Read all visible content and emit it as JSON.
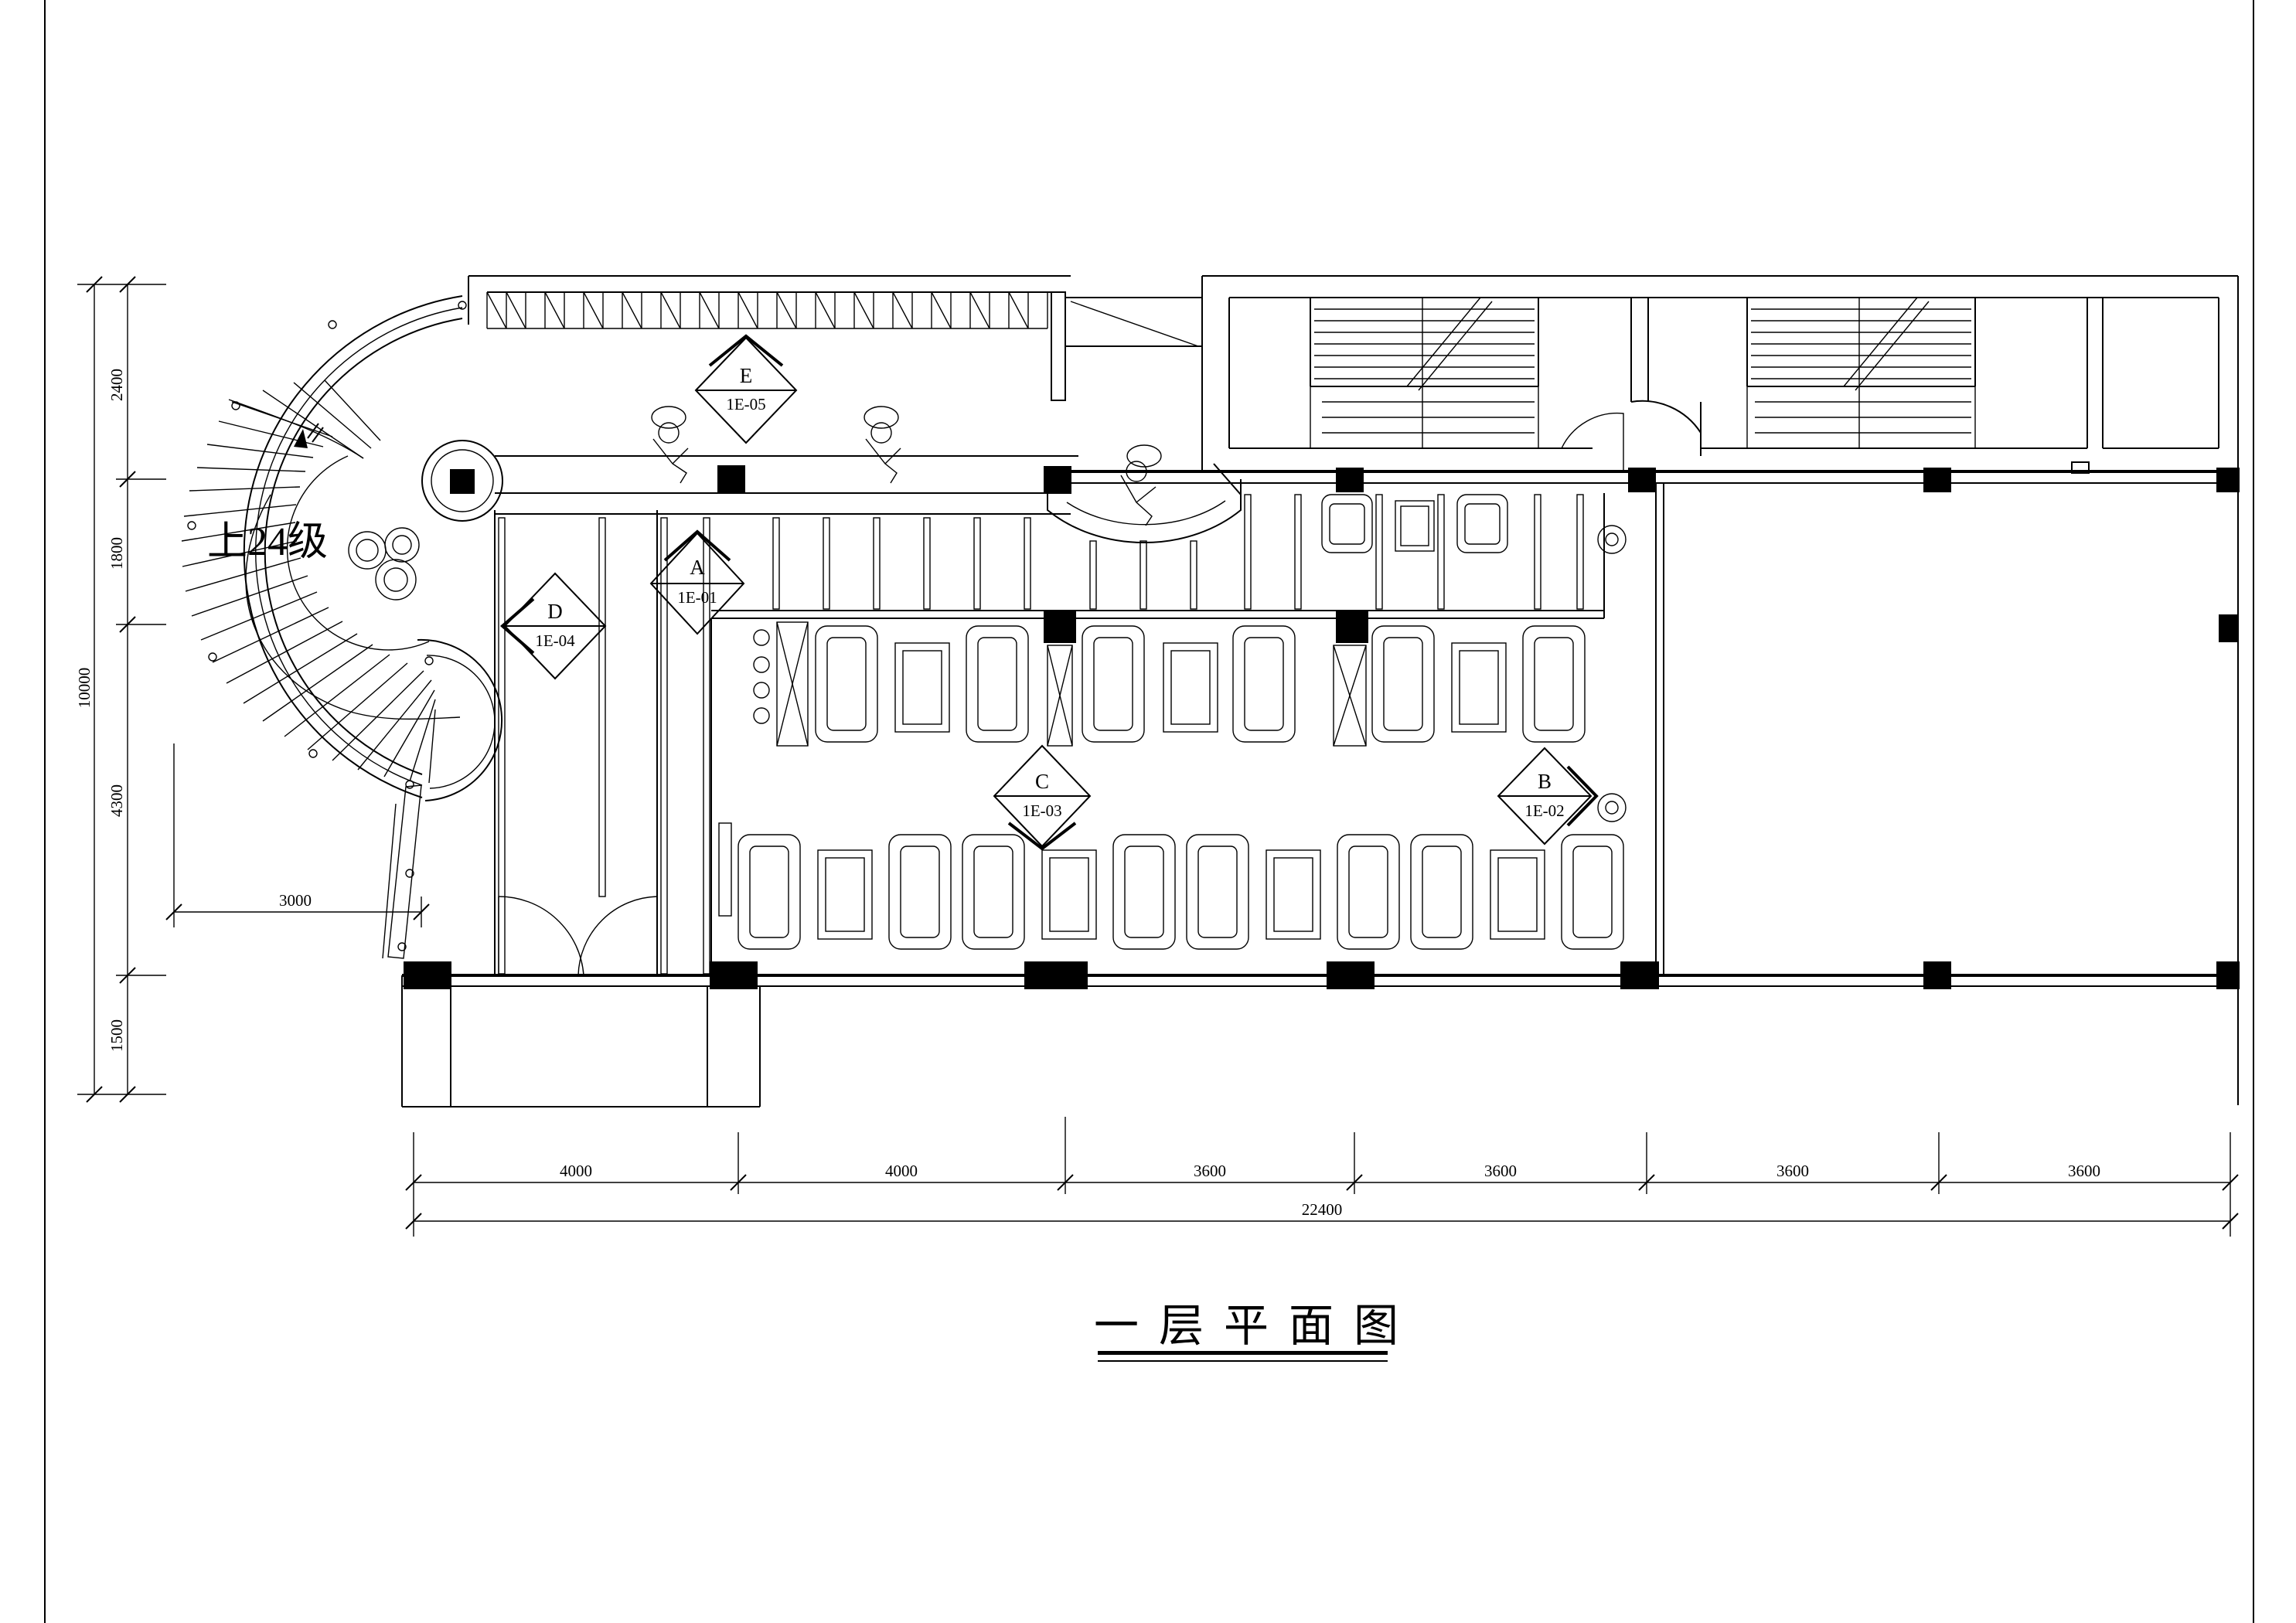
{
  "drawing": {
    "title": "一层平面图",
    "stair_label": "上24级"
  },
  "dimensions": {
    "horizontal_segments": [
      "4000",
      "4000",
      "3600",
      "3600",
      "3600",
      "3600"
    ],
    "horizontal_total": "22400",
    "vertical_segments": [
      "2400",
      "1800",
      "4300",
      "1500"
    ],
    "vertical_total": "10000",
    "terrace_width": "3000"
  },
  "elevation_tags": [
    {
      "letter": "E",
      "sheet": "1E-05"
    },
    {
      "letter": "A",
      "sheet": "1E-01"
    },
    {
      "letter": "D",
      "sheet": "1E-04"
    },
    {
      "letter": "C",
      "sheet": "1E-03"
    },
    {
      "letter": "B",
      "sheet": "1E-02"
    }
  ]
}
